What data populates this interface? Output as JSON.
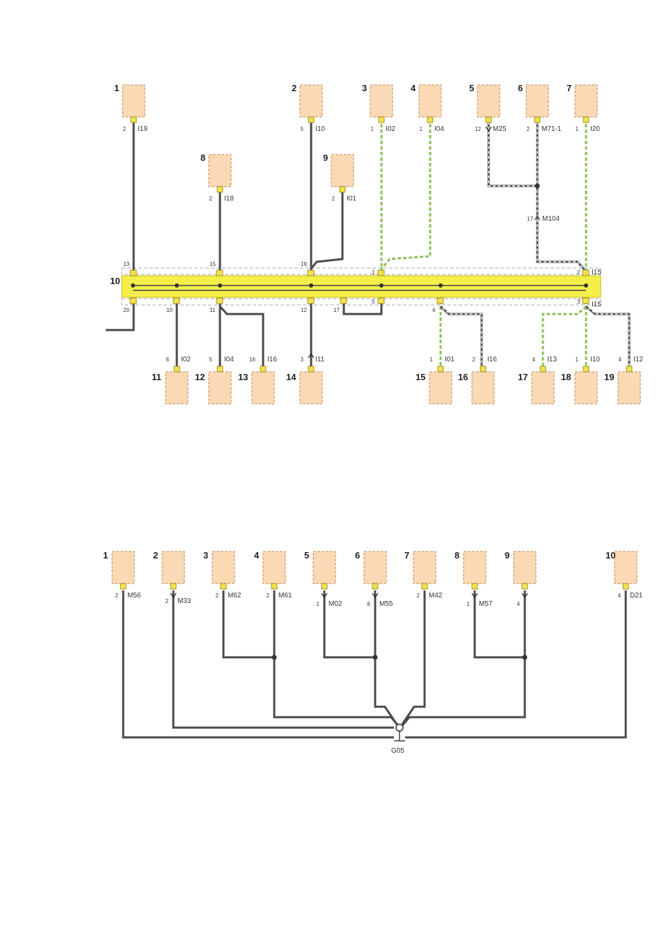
{
  "top": {
    "splice_label": "10",
    "components": [
      {
        "num": "1",
        "pin": "2",
        "conn": "I19"
      },
      {
        "num": "2",
        "pin": "5",
        "conn": "I10"
      },
      {
        "num": "3",
        "pin": "1",
        "conn": "I02"
      },
      {
        "num": "4",
        "pin": "1",
        "conn": "I04"
      },
      {
        "num": "5",
        "pin": "12",
        "conn": "M25"
      },
      {
        "num": "6",
        "pin": "2",
        "conn": "M71-1"
      },
      {
        "num": "7",
        "pin": "1",
        "conn": "I20"
      },
      {
        "num": "8",
        "pin": "2",
        "conn": "I18"
      },
      {
        "num": "9",
        "pin": "2",
        "conn": "I01"
      },
      {
        "num": "11",
        "pin": "6",
        "conn": "I02"
      },
      {
        "num": "12",
        "pin": "5",
        "conn": "I04"
      },
      {
        "num": "13",
        "pin": "16",
        "conn": "I16"
      },
      {
        "num": "14",
        "pin": "3",
        "conn": "I11"
      },
      {
        "num": "15",
        "pin": "1",
        "conn": "I01"
      },
      {
        "num": "16",
        "pin": "2",
        "conn": "I16"
      },
      {
        "num": "17",
        "pin": "4",
        "conn": "I13"
      },
      {
        "num": "18",
        "pin": "1",
        "conn": "I10"
      },
      {
        "num": "19",
        "pin": "4",
        "conn": "I12"
      }
    ],
    "splice_pins_top": [
      "13",
      "15",
      "19",
      "1",
      "2"
    ],
    "splice_pins_bottom": [
      "20",
      "10",
      "11",
      "12",
      "17",
      "5",
      "4",
      "3"
    ],
    "splice_conn_top": "I15",
    "splice_conn_bottom": "I15",
    "mid_conn": {
      "pin": "17",
      "conn": "M104"
    }
  },
  "bottom": {
    "ground": "G05",
    "components": [
      {
        "num": "1",
        "pin": "2",
        "conn": "M56"
      },
      {
        "num": "2",
        "pin": "2",
        "conn": "M33"
      },
      {
        "num": "3",
        "pin": "2",
        "conn": "M62"
      },
      {
        "num": "4",
        "pin": "2",
        "conn": "M61"
      },
      {
        "num": "5",
        "pin": "1",
        "conn": "M02"
      },
      {
        "num": "6",
        "pin": "6",
        "conn": "M55"
      },
      {
        "num": "7",
        "pin": "2",
        "conn": "M42"
      },
      {
        "num": "8",
        "pin": "1",
        "conn": "M57"
      },
      {
        "num": "9",
        "pin": "4",
        "conn": ""
      },
      {
        "num": "10",
        "pin": "4",
        "conn": "D21"
      }
    ]
  }
}
